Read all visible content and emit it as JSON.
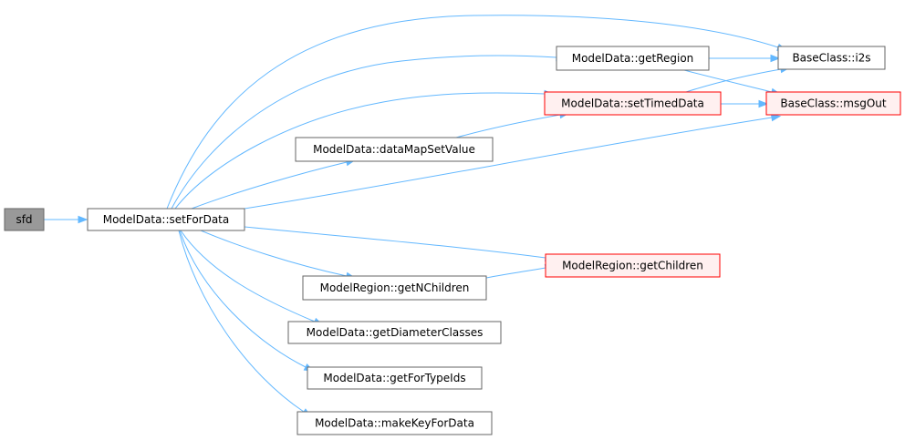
{
  "graph": {
    "colors": {
      "edge": "#63b8ff",
      "node_fill": "#ffffff",
      "node_border": "#666666",
      "root_fill": "#999999",
      "truncated_fill": "#fff0f0",
      "truncated_border": "#ff0000"
    },
    "nodes": [
      {
        "id": "sfd",
        "label": "sfd",
        "style": "root"
      },
      {
        "id": "setForData",
        "label": "ModelData::setForData",
        "style": "normal"
      },
      {
        "id": "getRegion",
        "label": "ModelData::getRegion",
        "style": "normal"
      },
      {
        "id": "setTimedData",
        "label": "ModelData::setTimedData",
        "style": "truncated"
      },
      {
        "id": "dataMapSetValue",
        "label": "ModelData::dataMapSetValue",
        "style": "normal"
      },
      {
        "id": "i2s",
        "label": "BaseClass::i2s",
        "style": "normal"
      },
      {
        "id": "msgOut",
        "label": "BaseClass::msgOut",
        "style": "truncated"
      },
      {
        "id": "getChildren",
        "label": "ModelRegion::getChildren",
        "style": "truncated"
      },
      {
        "id": "getNChildren",
        "label": "ModelRegion::getNChildren",
        "style": "normal"
      },
      {
        "id": "getDiameterClasses",
        "label": "ModelData::getDiameterClasses",
        "style": "normal"
      },
      {
        "id": "getForTypeIds",
        "label": "ModelData::getForTypeIds",
        "style": "normal"
      },
      {
        "id": "makeKeyForData",
        "label": "ModelData::makeKeyForData",
        "style": "normal"
      }
    ],
    "edges": [
      {
        "from": "sfd",
        "to": "setForData"
      },
      {
        "from": "setForData",
        "to": "i2s"
      },
      {
        "from": "setForData",
        "to": "getRegion"
      },
      {
        "from": "setForData",
        "to": "setTimedData"
      },
      {
        "from": "setForData",
        "to": "dataMapSetValue"
      },
      {
        "from": "setForData",
        "to": "msgOut"
      },
      {
        "from": "setForData",
        "to": "getChildren"
      },
      {
        "from": "setForData",
        "to": "getNChildren"
      },
      {
        "from": "setForData",
        "to": "getDiameterClasses"
      },
      {
        "from": "setForData",
        "to": "getForTypeIds"
      },
      {
        "from": "setForData",
        "to": "makeKeyForData"
      },
      {
        "from": "getRegion",
        "to": "i2s"
      },
      {
        "from": "getRegion",
        "to": "msgOut"
      },
      {
        "from": "setTimedData",
        "to": "i2s"
      },
      {
        "from": "setTimedData",
        "to": "msgOut"
      },
      {
        "from": "dataMapSetValue",
        "to": "setTimedData"
      },
      {
        "from": "getNChildren",
        "to": "getChildren"
      }
    ]
  }
}
